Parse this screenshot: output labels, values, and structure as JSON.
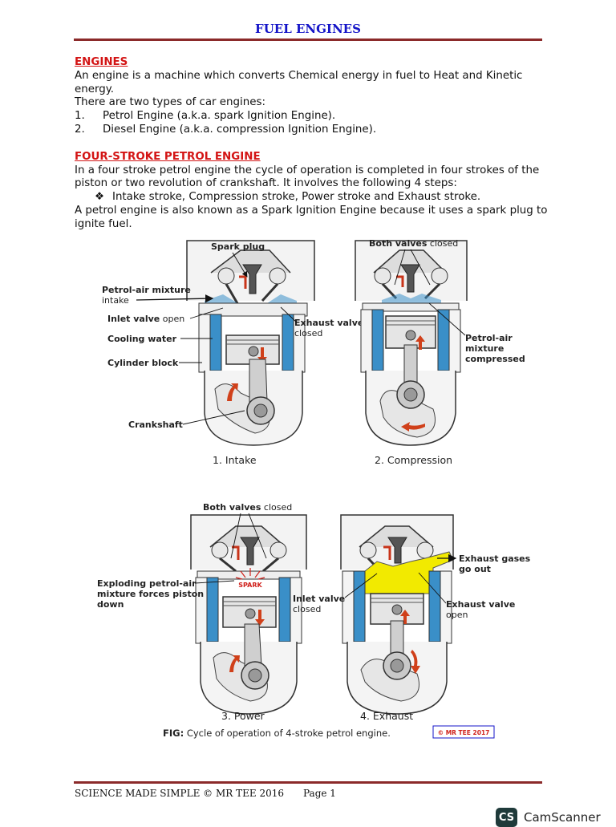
{
  "page_title": "FUEL ENGINES",
  "engines": {
    "heading": "ENGINES",
    "intro": "An engine is a machine which converts Chemical energy in fuel to Heat and Kinetic energy.",
    "types_intro": "There are two types of car engines:",
    "types": [
      {
        "num": "1.",
        "text": "Petrol Engine (a.k.a. spark Ignition Engine)."
      },
      {
        "num": "2.",
        "text": "Diesel Engine (a.k.a. compression Ignition Engine)."
      }
    ]
  },
  "four_stroke": {
    "heading": "FOUR-STROKE PETROL ENGINE",
    "para1": "In a four stroke petrol engine the cycle of operation is completed in four strokes of the piston or two revolution of crankshaft. It involves the following 4 steps:",
    "bullet_icon": "diamond-bullet-icon",
    "bullet": "Intake stroke, Compression stroke, Power stroke and Exhaust stroke.",
    "para2": "A petrol engine is also known as a Spark Ignition Engine because it uses a spark plug to ignite fuel."
  },
  "figure": {
    "intake": {
      "caption": "1. Intake",
      "spark_plug": "Spark plug",
      "mixture_bold": "Petrol-air mixture",
      "mixture_normal": "intake",
      "inlet_bold": "Inlet valve",
      "inlet_normal": "open",
      "cooling": "Cooling water",
      "block": "Cylinder block",
      "crankshaft": "Crankshaft",
      "exhaust_bold": "Exhaust valve",
      "exhaust_normal": "closed"
    },
    "compression": {
      "caption": "2. Compression",
      "both_bold": "Both valves",
      "both_normal": "closed",
      "mixture_line1": "Petrol-air",
      "mixture_line2": "mixture",
      "mixture_line3": "compressed"
    },
    "power": {
      "caption": "3. Power",
      "both_bold": "Both valves",
      "both_normal": "closed",
      "spark_label": "SPARK",
      "exploding_line1": "Exploding petrol-air",
      "exploding_line2": "mixture forces piston",
      "exploding_line3": "down"
    },
    "exhaust": {
      "caption": "4. Exhaust",
      "inlet_bold": "Inlet valve",
      "inlet_normal": "closed",
      "gases_line1": "Exhaust gases",
      "gases_line2": "go out",
      "exhaust_bold": "Exhaust valve",
      "exhaust_normal": "open"
    },
    "fig_label": "FIG:",
    "fig_caption": "Cycle of operation of 4-stroke petrol engine.",
    "copyright": "© MR TEE 2017"
  },
  "footer": {
    "text": "SCIENCE MADE SIMPLE © MR TEE 2016",
    "page": "Page 1"
  },
  "camscanner": {
    "badge": "CS",
    "name": "CamScanner"
  },
  "colors": {
    "title": "#1414c8",
    "heading": "#d31414",
    "rule": "#8b2a2a",
    "cooling_water": "#3a8fc8",
    "exhaust_gas": "#f2ea00",
    "arrow": "#d0401a"
  }
}
